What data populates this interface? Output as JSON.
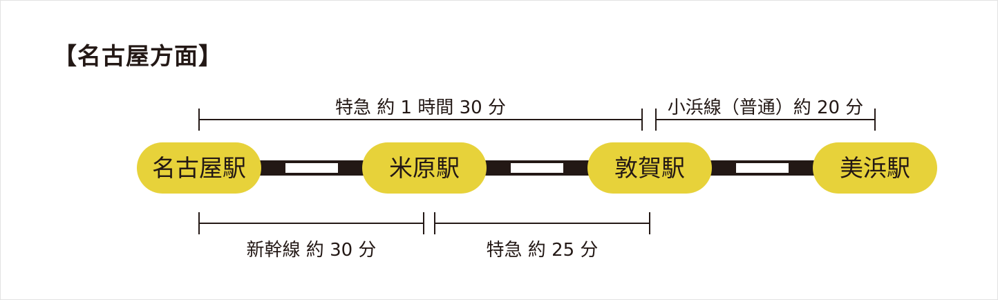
{
  "heading": "【名古屋方面】",
  "stations": [
    {
      "name": "名古屋駅"
    },
    {
      "name": "米原駅"
    },
    {
      "name": "敦賀駅"
    },
    {
      "name": "美浜駅"
    }
  ],
  "segments_top": [
    {
      "label": "特急 約 1 時間 30 分",
      "from": 0,
      "to": 2
    },
    {
      "label": "小浜線（普通）約 20 分",
      "from": 2,
      "to": 3
    }
  ],
  "segments_bottom": [
    {
      "label": "新幹線 約 30 分",
      "from": 0,
      "to": 1
    },
    {
      "label": "特急 約 25 分",
      "from": 1,
      "to": 2
    }
  ],
  "colors": {
    "station_fill": "#e7d23a",
    "track": "#231815",
    "track_gap": "#ffffff",
    "text": "#231815"
  }
}
